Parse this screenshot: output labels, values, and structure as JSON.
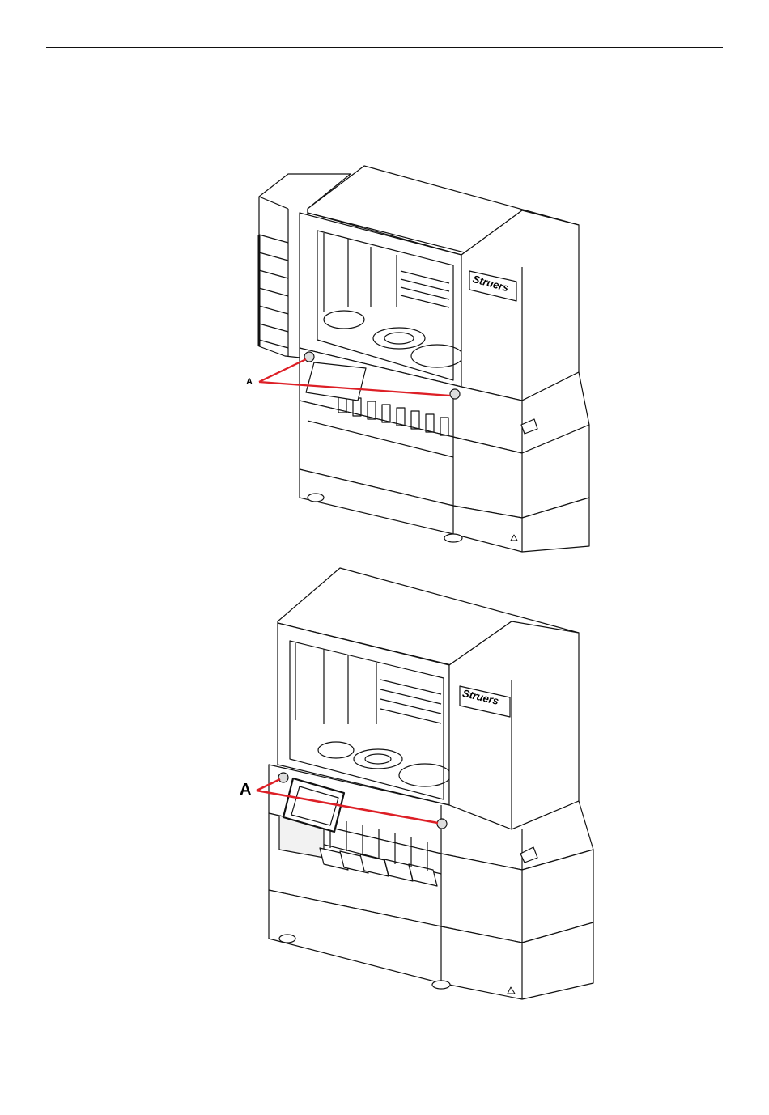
{
  "figures": [
    {
      "callout": "A",
      "brand": "Struers"
    },
    {
      "callout": "A",
      "brand": "Struers"
    }
  ],
  "colors": {
    "line": "#111111",
    "callout": "#dd1f26",
    "paper": "#ffffff",
    "panel": "#f2f2f2"
  }
}
